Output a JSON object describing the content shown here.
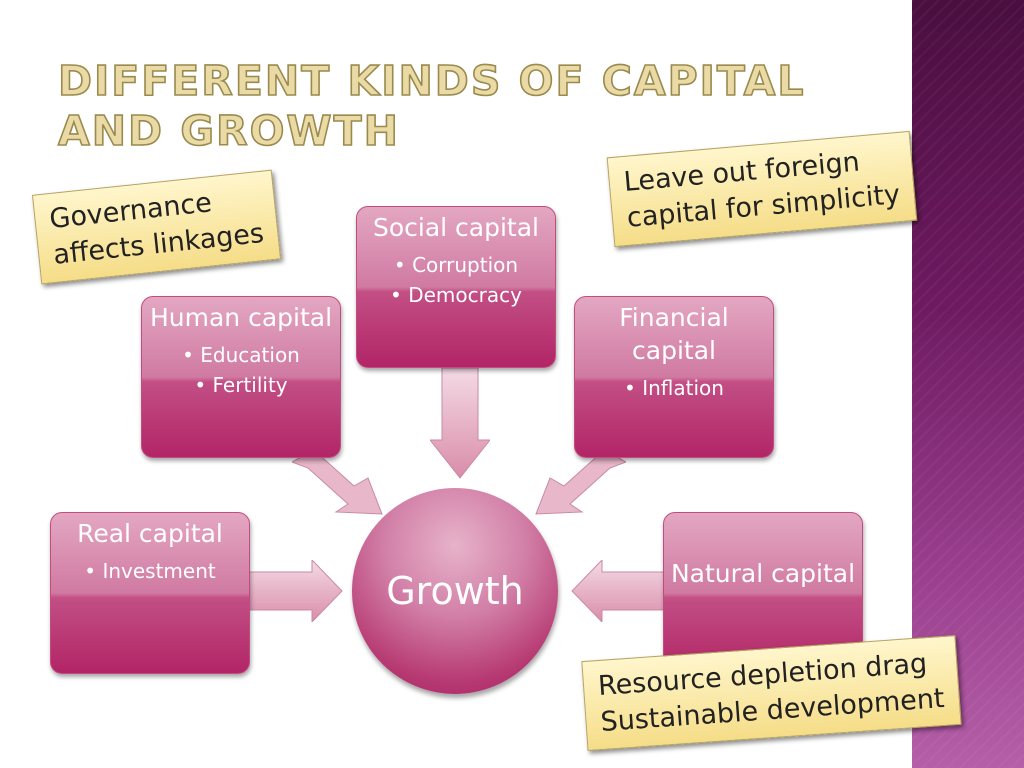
{
  "title": "Different kinds of capital and growth",
  "center": {
    "label": "Growth"
  },
  "nodes": {
    "social": {
      "title": "Social capital",
      "bullets": [
        "Corruption",
        "Democracy"
      ]
    },
    "human": {
      "title": "Human capital",
      "bullets": [
        "Education",
        "Fertility"
      ]
    },
    "financial": {
      "title": "Financial capital",
      "bullets": [
        "Inflation"
      ]
    },
    "real": {
      "title": "Real capital",
      "bullets": [
        "Investment"
      ]
    },
    "natural": {
      "title": "Natural capital",
      "bullets": []
    }
  },
  "notes": {
    "governance": [
      "Governance",
      "affects linkages"
    ],
    "foreign": [
      "Leave out foreign",
      "capital for simplicity"
    ],
    "resource": [
      "Resource depletion drag",
      "Sustainable development"
    ]
  },
  "colors": {
    "node": "#b22566",
    "title": "#eadba6",
    "sidebar": "#6e1a61",
    "note": "#f5dd88"
  }
}
